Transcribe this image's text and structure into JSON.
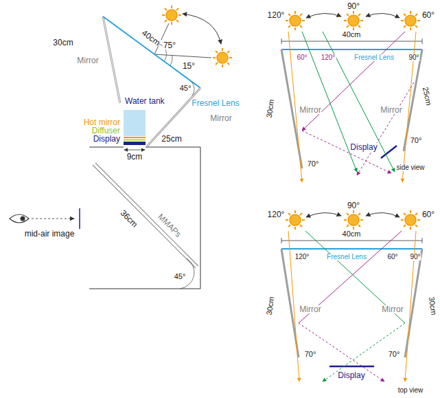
{
  "diagram": {
    "nodes": [
      {
        "text": [
          "Water tank"
        ]
      }
    ],
    "labels": [
      "40cm",
      "75°",
      "15°",
      "30cm",
      "Mirror",
      "Fresnel Lens",
      "45°",
      "25cm",
      "Mirror",
      "Hot mirror",
      "Diffuser",
      "Display",
      "9cm",
      "mid-air image",
      "36cm",
      "MMAPs",
      "45°",
      "120°",
      "90°",
      "60°",
      "40cm",
      "60°",
      "120°",
      "90°",
      "Fresnel Lens",
      "30cm",
      "Mirror",
      "Mirror",
      "25cm",
      "70°",
      "70°",
      "Display",
      "side view",
      "120°",
      "90°",
      "60°",
      "40cm",
      "120°",
      "60°",
      "90°",
      "Fresnel Lens",
      "30cm",
      "Mirror",
      "Mirror",
      "30cm",
      "70°",
      "70°",
      "Display",
      "top view"
    ]
  }
}
